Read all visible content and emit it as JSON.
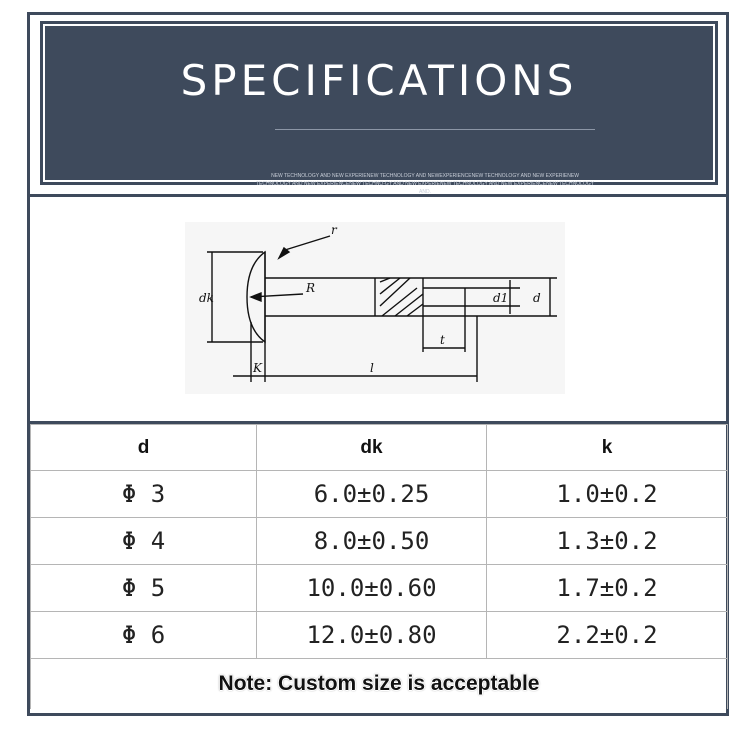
{
  "banner": {
    "title": "SPECIFICATIONS",
    "subtitle": "NEW TECHNOLOGY AND NEW EXPERIENEW TECHNOLOGY AND NEWEXPERIENCENEW TECHNOLOGY AND NEW EXPERIENEW TECHNOLOGY AND NEW EXPERIENCENEW TECHNO-GY AND NEW EXPERIENEW TECHNOLOGY AND NEW EXPERIENCENEW TECHNOLOGY AND."
  },
  "diagram": {
    "labels": {
      "r": "r",
      "R": "R",
      "dk": "dk",
      "d1": "d1",
      "d": "d",
      "t": "t",
      "K": "K",
      "l": "l"
    }
  },
  "table": {
    "headers": [
      "d",
      "dk",
      "k"
    ],
    "rows": [
      [
        "Φ 3",
        "6.0±0.25",
        "1.0±0.2"
      ],
      [
        "Φ 4",
        "8.0±0.50",
        "1.3±0.2"
      ],
      [
        "Φ 5",
        "10.0±0.60",
        "1.7±0.2"
      ],
      [
        "Φ 6",
        "12.0±0.80",
        "2.2±0.2"
      ]
    ],
    "note": "Note: Custom size is acceptable"
  },
  "colors": {
    "frame": "#3e4a5c",
    "banner_bg": "#3e4a5c",
    "grid": "#b5b5b5"
  }
}
